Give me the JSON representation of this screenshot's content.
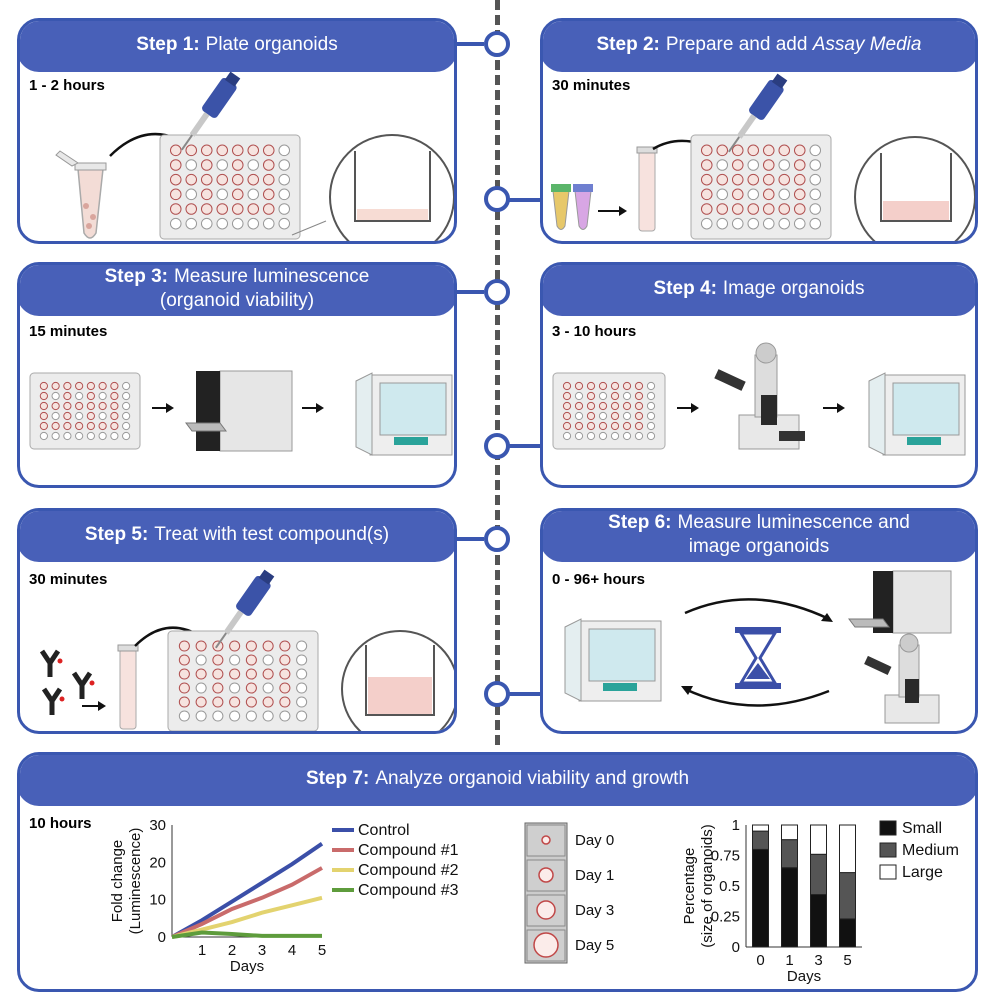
{
  "steps": [
    {
      "id": 1,
      "prefix": "Step 1:",
      "title": "Plate organoids",
      "duration": "1 - 2 hours"
    },
    {
      "id": 2,
      "prefix": "Step 2:",
      "title": "Prepare and add ",
      "title_italic": "Assay Media",
      "duration": "30 minutes"
    },
    {
      "id": 3,
      "prefix": "Step 3:",
      "title": "Measure luminescence",
      "title_line2": "(organoid viability)",
      "duration": "15 minutes"
    },
    {
      "id": 4,
      "prefix": "Step 4:",
      "title": "Image organoids",
      "duration": "3 - 10 hours"
    },
    {
      "id": 5,
      "prefix": "Step 5:",
      "title": "Treat with test compound(s)",
      "duration": "30 minutes"
    },
    {
      "id": 6,
      "prefix": "Step 6:",
      "title": "Measure luminescence and",
      "title_line2": "image organoids",
      "duration": "0 - 96+ hours"
    },
    {
      "id": 7,
      "prefix": "Step 7:",
      "title": "Analyze organoid viability and growth",
      "duration": "10 hours"
    }
  ],
  "colors": {
    "primary": "#4860b8",
    "border": "#3a57b0",
    "timeline": "#555555"
  },
  "icons": [
    "pipette-icon",
    "microtube-icon",
    "well-plate-icon",
    "magnifier-well-icon",
    "conical-tube-icon",
    "plate-reader-icon",
    "incubator-icon",
    "microscope-icon",
    "hourglass-icon",
    "antibody-icon"
  ],
  "line_chart": {
    "type": "line",
    "ylabel": "Fold change",
    "ylabel_line2": "(Luminescence)",
    "xlabel": "Days",
    "x": [
      0,
      1,
      2,
      3,
      4,
      5
    ],
    "x_ticks": [
      "1",
      "2",
      "3",
      "4",
      "5"
    ],
    "y_ticks": [
      "0",
      "10",
      "20",
      "30"
    ],
    "ylim": [
      0,
      30
    ],
    "series": [
      {
        "name": "Control",
        "color": "#3b4fa8",
        "values": [
          0,
          4.5,
          9.5,
          14.5,
          19.5,
          25
        ]
      },
      {
        "name": "Compound #1",
        "color": "#c96b6b",
        "values": [
          0,
          3.5,
          7.5,
          10.5,
          14,
          18.5
        ]
      },
      {
        "name": "Compound #2",
        "color": "#e3d36f",
        "values": [
          0,
          2,
          4,
          6.5,
          8.5,
          10.5
        ]
      },
      {
        "name": "Compound #3",
        "color": "#5e9c3c",
        "values": [
          0,
          1.2,
          0.8,
          0.3,
          0.3,
          0.3
        ]
      }
    ]
  },
  "image_days": [
    "Day 0",
    "Day 1",
    "Day 3",
    "Day 5"
  ],
  "bar_chart": {
    "type": "bar",
    "stacked": true,
    "ylabel": "Percentage",
    "ylabel_line2": "(size of organoids)",
    "xlabel": "Days",
    "categories": [
      "0",
      "1",
      "3",
      "5"
    ],
    "y_ticks": [
      "0",
      "0.25",
      "0.5",
      "0.75",
      "1"
    ],
    "ylim": [
      0,
      1
    ],
    "series": [
      {
        "name": "Small",
        "color": "#111111",
        "values": [
          0.8,
          0.65,
          0.43,
          0.23
        ]
      },
      {
        "name": "Medium",
        "color": "#555555",
        "values": [
          0.15,
          0.23,
          0.33,
          0.38
        ]
      },
      {
        "name": "Large",
        "color": "#ffffff",
        "values": [
          0.05,
          0.12,
          0.24,
          0.39
        ]
      }
    ]
  }
}
